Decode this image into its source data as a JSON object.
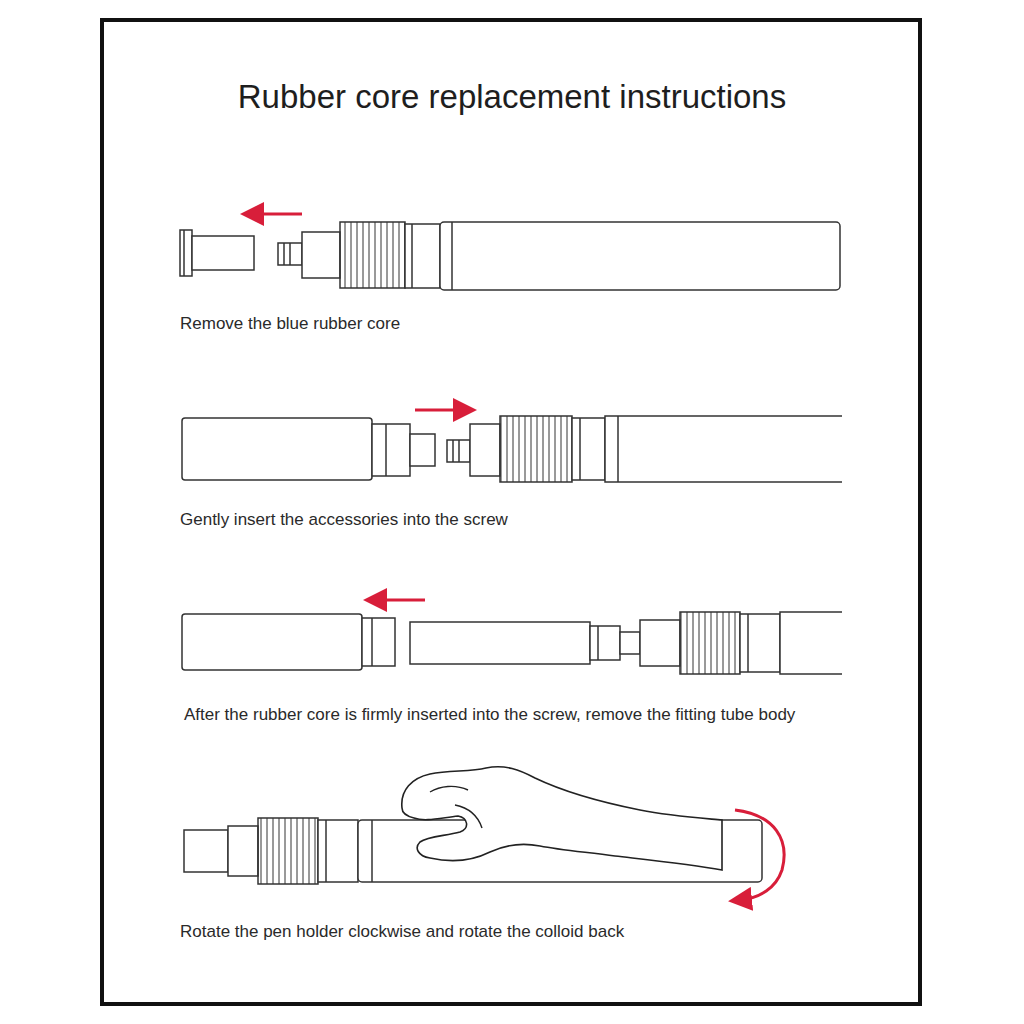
{
  "diagram": {
    "title": "Rubber core replacement instructions",
    "labels": [
      "Remove the blue rubber core",
      "Gently insert the accessories into the screw",
      "After the rubber core is firmly inserted into the screw, remove the fitting tube body",
      "Rotate the pen holder clockwise and rotate the colloid back"
    ]
  }
}
